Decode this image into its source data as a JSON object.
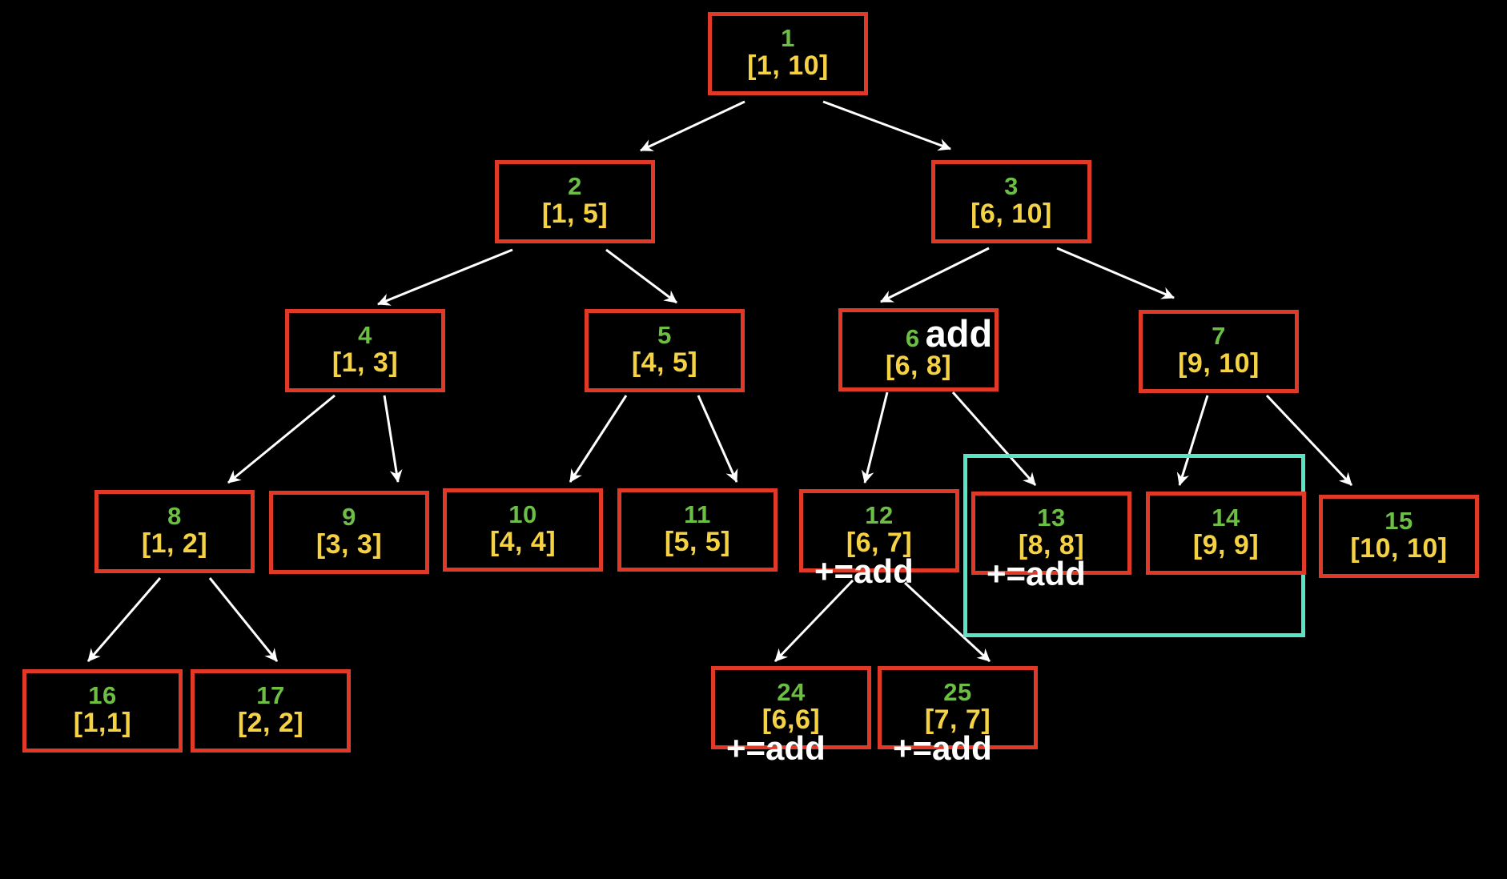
{
  "diagram_type": "segment-tree-with-lazy-propagation",
  "colors": {
    "background": "#000000",
    "node_border": "#E03927",
    "node_number": "#6CBE45",
    "node_interval": "#F4D243",
    "annotation": "#FFFFFF",
    "arrow": "#FFFFFF",
    "highlight_box": "#58E5C3"
  },
  "nodes": [
    {
      "num": "1",
      "interval": "[1, 10]"
    },
    {
      "num": "2",
      "interval": "[1, 5]"
    },
    {
      "num": "3",
      "interval": "[6, 10]"
    },
    {
      "num": "4",
      "interval": "[1, 3]"
    },
    {
      "num": "5",
      "interval": "[4, 5]"
    },
    {
      "num": "6",
      "interval": "[6, 8]",
      "badge": "add"
    },
    {
      "num": "7",
      "interval": "[9, 10]"
    },
    {
      "num": "8",
      "interval": "[1, 2]"
    },
    {
      "num": "9",
      "interval": "[3, 3]"
    },
    {
      "num": "10",
      "interval": "[4, 4]"
    },
    {
      "num": "11",
      "interval": "[5, 5]"
    },
    {
      "num": "12",
      "interval": "[6, 7]",
      "lazy_label": "+=add"
    },
    {
      "num": "13",
      "interval": "[8, 8]",
      "lazy_label": "+=add"
    },
    {
      "num": "14",
      "interval": "[9, 9]"
    },
    {
      "num": "15",
      "interval": "[10, 10]"
    },
    {
      "num": "16",
      "interval": "[1,1]"
    },
    {
      "num": "17",
      "interval": "[2, 2]"
    },
    {
      "num": "24",
      "interval": "[6,6]",
      "lazy_label": "+=add"
    },
    {
      "num": "25",
      "interval": "[7, 7]",
      "lazy_label": "+=add"
    }
  ],
  "edges": [
    {
      "from": "1",
      "to": "2"
    },
    {
      "from": "1",
      "to": "3"
    },
    {
      "from": "2",
      "to": "4"
    },
    {
      "from": "2",
      "to": "5"
    },
    {
      "from": "3",
      "to": "6"
    },
    {
      "from": "3",
      "to": "7"
    },
    {
      "from": "4",
      "to": "8"
    },
    {
      "from": "4",
      "to": "9"
    },
    {
      "from": "5",
      "to": "10"
    },
    {
      "from": "5",
      "to": "11"
    },
    {
      "from": "6",
      "to": "12"
    },
    {
      "from": "6",
      "to": "13"
    },
    {
      "from": "7",
      "to": "14"
    },
    {
      "from": "7",
      "to": "15"
    },
    {
      "from": "8",
      "to": "16"
    },
    {
      "from": "8",
      "to": "17"
    },
    {
      "from": "12",
      "to": "24"
    },
    {
      "from": "12",
      "to": "25"
    }
  ],
  "highlight_box": {
    "encloses": [
      "13",
      "14"
    ]
  }
}
